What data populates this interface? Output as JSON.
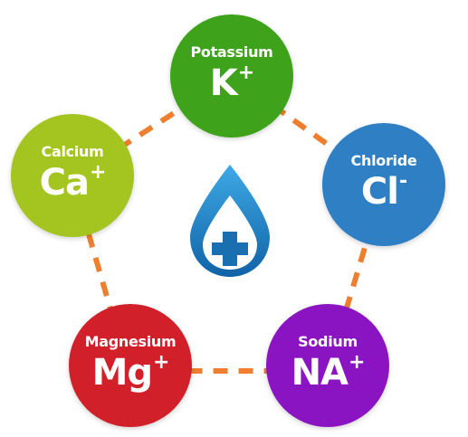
{
  "nodes": [
    {
      "id": "potassium",
      "name": "Potassium",
      "symbol": "K",
      "charge": "+",
      "color": "#3ea31b"
    },
    {
      "id": "chloride",
      "name": "Chloride",
      "symbol": "Cl",
      "charge": "-",
      "color": "#2f7fc4"
    },
    {
      "id": "sodium",
      "name": "Sodium",
      "symbol": "NA",
      "charge": "+",
      "color": "#8b14c2"
    },
    {
      "id": "magnesium",
      "name": "Magnesium",
      "symbol": "Mg",
      "charge": "+",
      "color": "#d1202a"
    },
    {
      "id": "calcium",
      "name": "Calcium",
      "symbol": "Ca",
      "charge": "+",
      "color": "#a4c41f"
    }
  ],
  "center_icon": "water-drop-plus-icon",
  "ring_color": "#ef7f2e",
  "drop_color": "#1a7fc3"
}
